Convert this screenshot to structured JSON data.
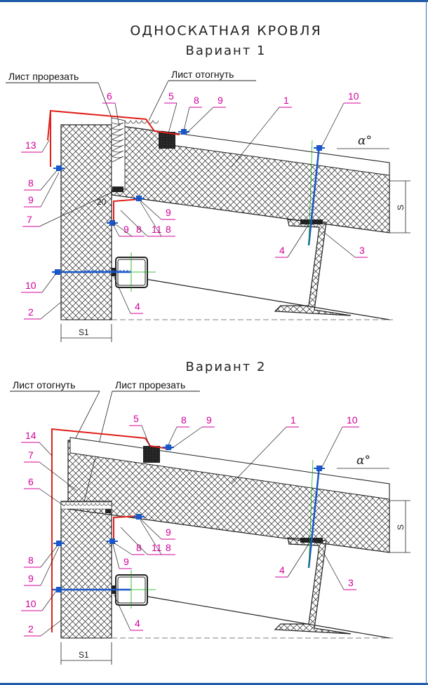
{
  "title": "ОДНОСКАТНАЯ КРОВЛЯ",
  "variant1": {
    "heading": "Вариант 1",
    "note_left": "Лист прорезать",
    "note_right": "Лист отогнуть",
    "callouts": [
      "13",
      "6",
      "5",
      "8",
      "9",
      "1",
      "10",
      "8",
      "9",
      "7",
      "20",
      "9",
      "8",
      "11",
      "8",
      "9",
      "10",
      "4",
      "3",
      "2",
      "4"
    ],
    "dim_s": "S",
    "dim_s1": "S1",
    "angle": "α°"
  },
  "variant2": {
    "heading": "Вариант 2",
    "note_left": "Лист отогнуть",
    "note_right": "Лист прорезать",
    "callouts": [
      "5",
      "8",
      "9",
      "1",
      "10",
      "14",
      "7",
      "6",
      "9",
      "8",
      "11",
      "8",
      "9",
      "8",
      "9",
      "10",
      "4",
      "3",
      "2",
      "4"
    ],
    "dim_s": "S",
    "dim_s1": "S1",
    "angle": "α°"
  },
  "colors": {
    "flashing": "#e0201b",
    "callout": "#d4009b",
    "screw": "#1a57c8",
    "frame": "#1f5aa8"
  }
}
